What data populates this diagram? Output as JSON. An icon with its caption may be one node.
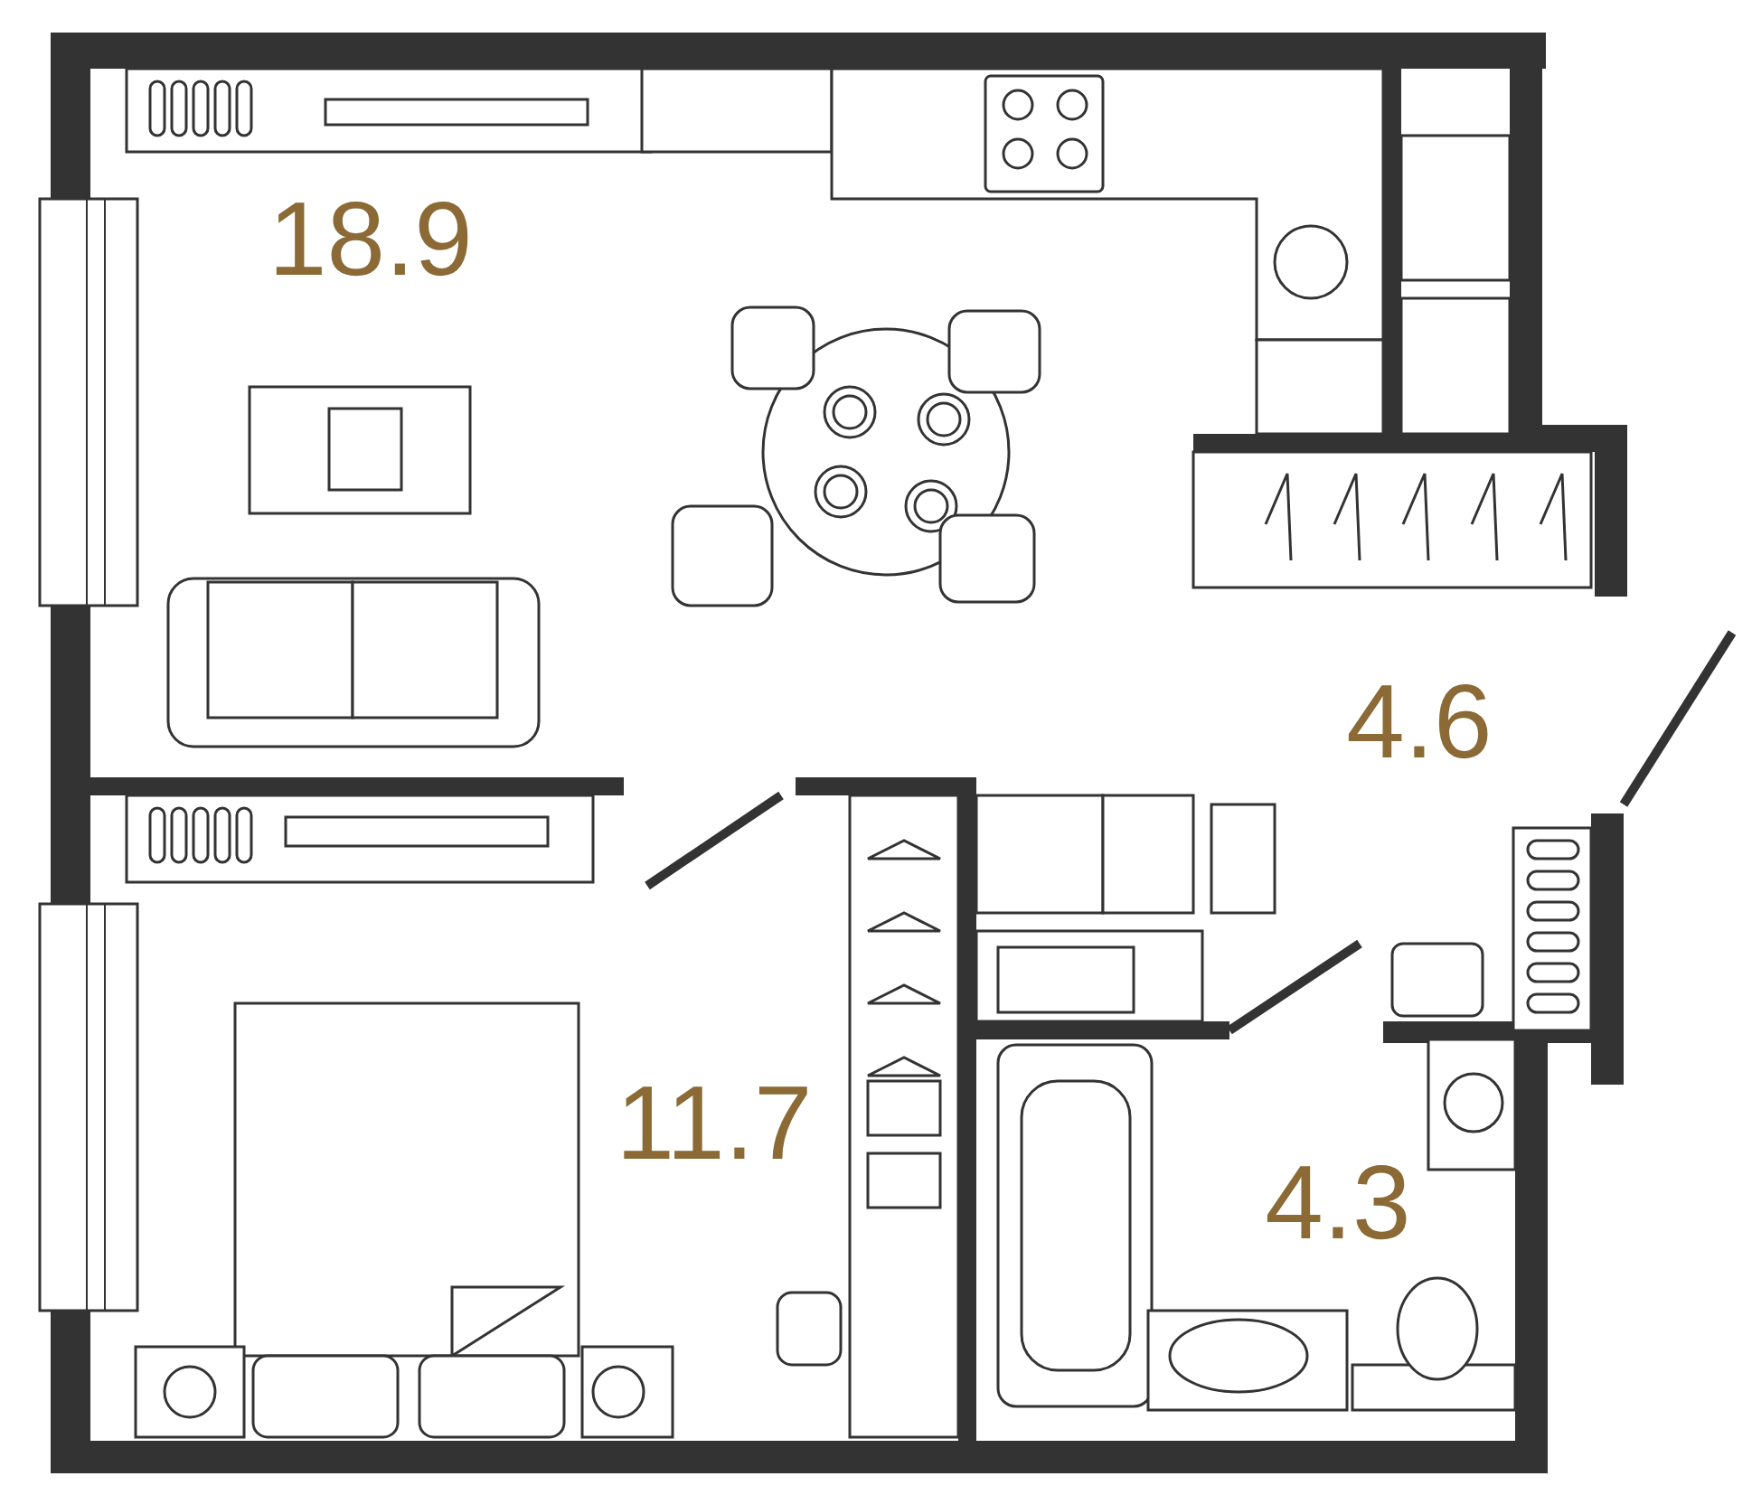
{
  "diagram": {
    "labels": [
      "18.9",
      "4.6",
      "11.7",
      "4.3"
    ]
  }
}
